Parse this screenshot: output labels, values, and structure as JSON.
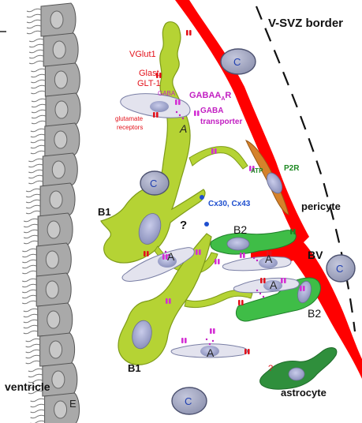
{
  "labels": {
    "border": "V-SVZ border",
    "vglut1": "VGlut1",
    "glast": "Glast",
    "glt1": "GLT-1",
    "gaba_small": "GABA",
    "gabaar_main": "GABAA",
    "gabaar_sub": "A",
    "gabaar_end": "R",
    "gaba_transporter_1": "GABA",
    "gaba_transporter_2": "transporter",
    "glutamate_receptors_1": "glutamate",
    "glutamate_receptors_2": "receptors",
    "cell_a": "A",
    "cell_c": "C",
    "cell_e": "E",
    "b1": "B1",
    "b2": "B2",
    "bv": "BV",
    "cx": "Cx30, Cx43",
    "question": "?",
    "atp": "ATP",
    "p2r": "P2R",
    "pericyte": "pericyte",
    "ventricle": "ventricle",
    "astrocyte": "astrocyte"
  },
  "colors": {
    "b1_cell": "#b5d334",
    "b2_cell": "#3fbd47",
    "astrocyte_cell": "#2f8f3c",
    "vessel": "#ff0000",
    "pericyte": "#d5822b",
    "ependymal": "#a9a9a9",
    "nucleus": "#9fa5c8",
    "receptor_magenta": "#d42fd4",
    "receptor_red": "#e3121b",
    "label_red": "#e3121b",
    "label_magenta": "#c21fc2",
    "label_blue": "#1f4fcf",
    "label_green": "#1e8a23"
  }
}
